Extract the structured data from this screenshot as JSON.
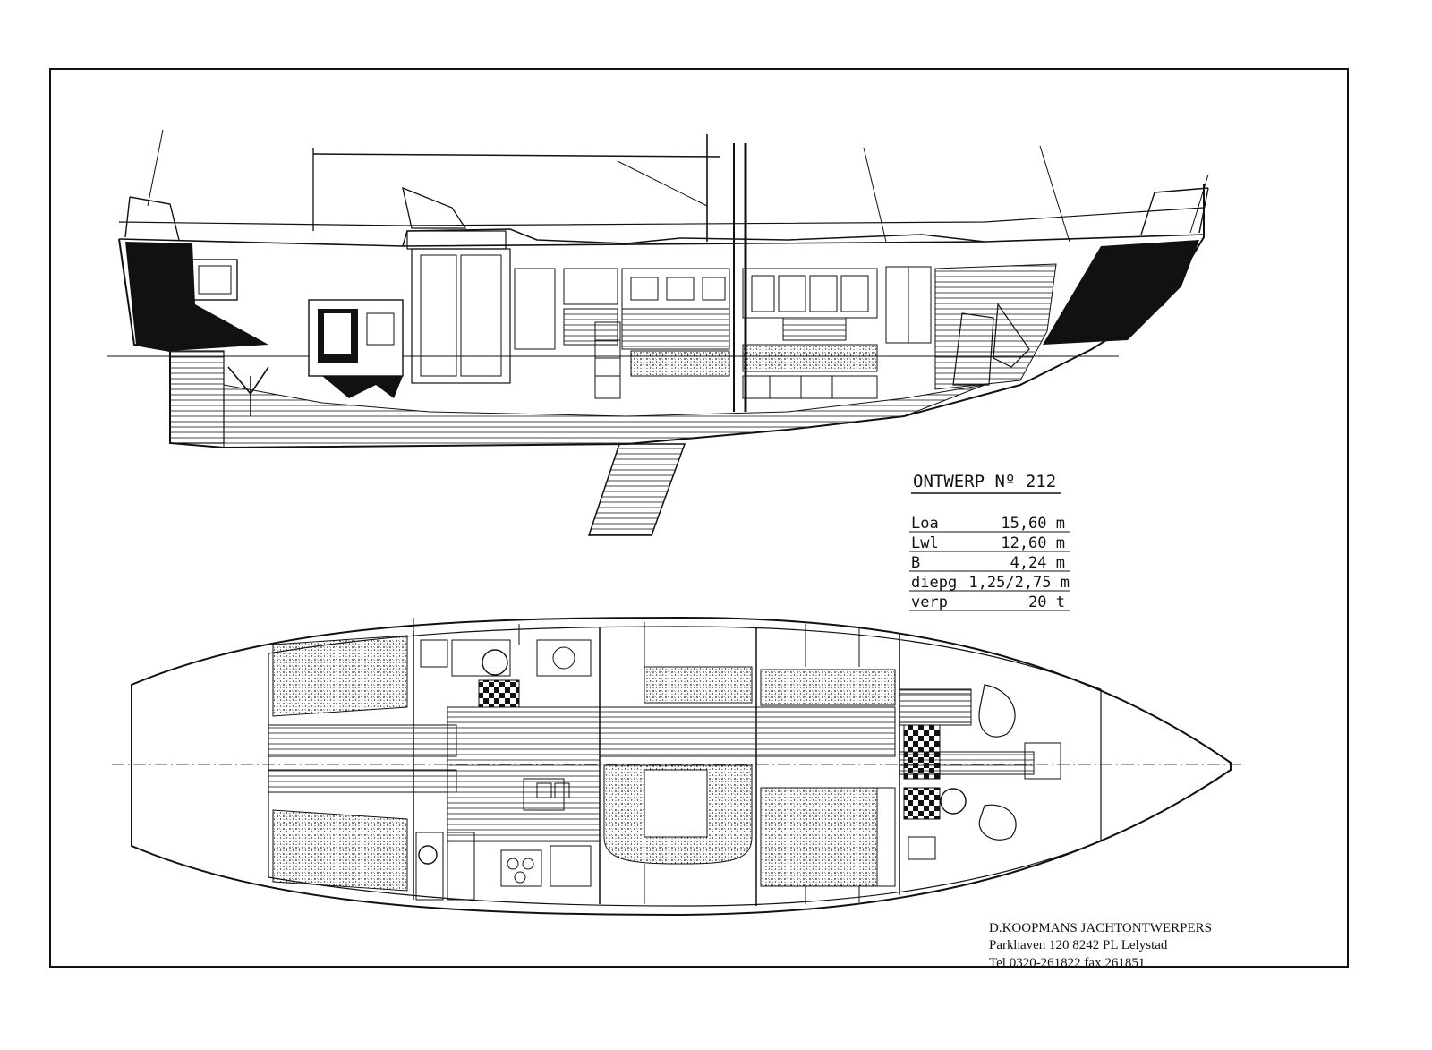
{
  "drawing": {
    "design_label": "ONTWERP Nº 212"
  },
  "specs": [
    {
      "key": "Loa",
      "value": "15,60 m"
    },
    {
      "key": "Lwl",
      "value": "12,60 m"
    },
    {
      "key": "B",
      "value": "4,24 m"
    },
    {
      "key": "diepg",
      "value": "1,25/2,75 m"
    },
    {
      "key": "verp",
      "value": "20 t"
    }
  ],
  "designer": {
    "name": "D.KOOPMANS JACHTONTWERPERS",
    "address": "Parkhaven 120 8242 PL Lelystad",
    "contact": "Tel 0320-261822 fax 261851"
  }
}
